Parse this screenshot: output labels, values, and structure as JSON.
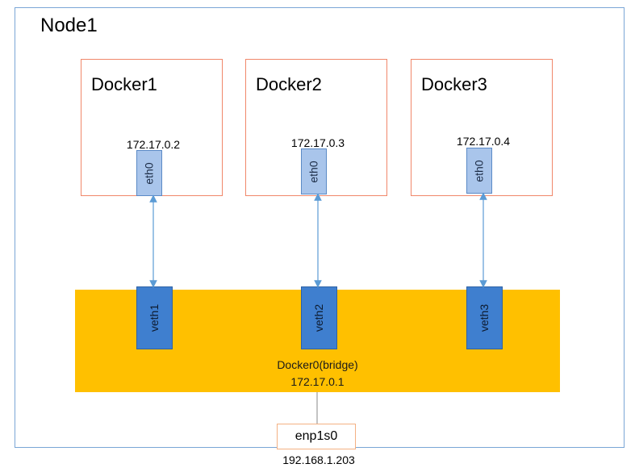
{
  "node": {
    "title": "Node1"
  },
  "containers": [
    {
      "name": "Docker1",
      "ip": "172.17.0.2",
      "iface": "eth0",
      "veth": "veth1"
    },
    {
      "name": "Docker2",
      "ip": "172.17.0.3",
      "iface": "eth0",
      "veth": "veth2"
    },
    {
      "name": "Docker3",
      "ip": "172.17.0.4",
      "iface": "eth0",
      "veth": "veth3"
    }
  ],
  "bridge": {
    "name": "Docker0(bridge)",
    "ip": "172.17.0.1"
  },
  "host_nic": {
    "name": "enp1s0",
    "ip": "192.168.1.203"
  },
  "colors": {
    "node_border": "#7aa6d6",
    "docker_border": "#f0876a",
    "bridge_fill": "#ffc000",
    "eth_fill": "#a9c5eb",
    "veth_fill": "#3f7fcf",
    "nic_border": "#f4b183",
    "link": "#5b9bd5"
  }
}
